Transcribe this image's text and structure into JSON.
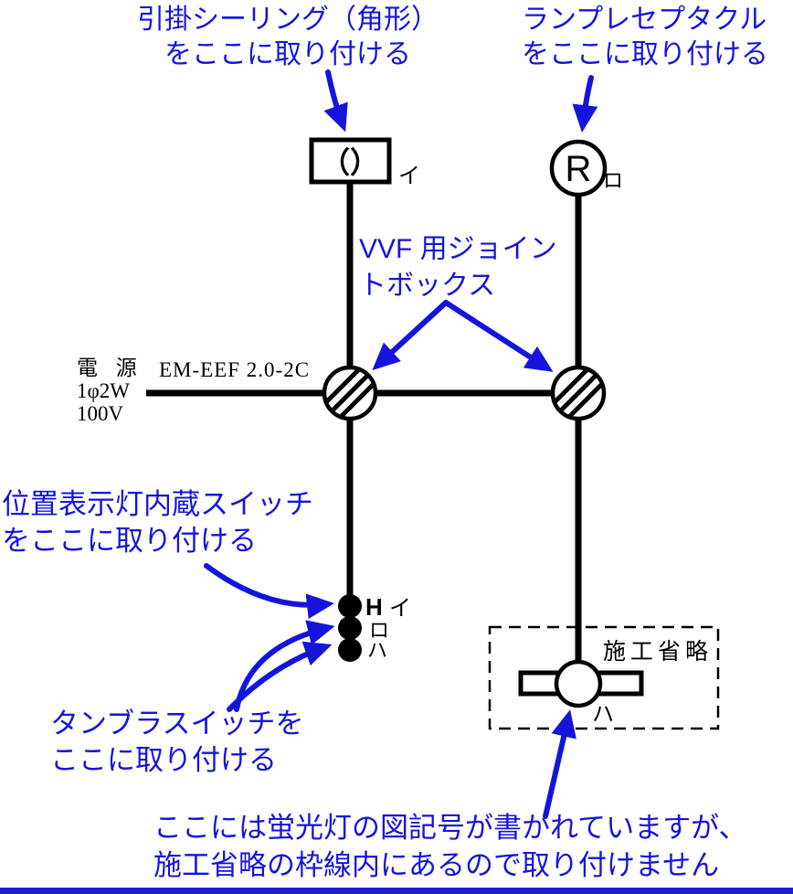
{
  "colors": {
    "annotation_blue": "#1414dd",
    "line_black": "#000000",
    "bottom_bar_blue": "#1f1fcf"
  },
  "notes": {
    "ceiling": {
      "line1": "引掛シーリング（角形）",
      "line2": "をここに取り付ける"
    },
    "receptacle": {
      "line1": "ランプレセプタクル",
      "line2": "をここに取り付ける"
    },
    "joint_box": {
      "line1": "VVF 用ジョイン",
      "line2": "トボックス"
    },
    "pilot_switch": {
      "line1": "位置表示灯内蔵スイッチ",
      "line2": "をここに取り付ける"
    },
    "tumbler_switch": {
      "line1": "タンブラスイッチを",
      "line2": "ここに取り付ける"
    },
    "fluorescent": {
      "line1": "ここには蛍光灯の図記号が書かれていますが、",
      "line2": "施工省略の枠線内にあるので取り付けません"
    }
  },
  "source": {
    "line1": "電 源",
    "line2": "1φ2W",
    "line3": "100V"
  },
  "cable_label": "EM-EEF 2.0-2C",
  "symbols": {
    "ceiling_glyph": "（）",
    "ceiling_tag": "イ",
    "receptacle_letter": "R",
    "receptacle_tag": "ロ",
    "switch_h": "H",
    "switch_tag_1": "イ",
    "switch_tag_2": "ロ",
    "switch_tag_3": "ハ",
    "fluorescent_tag": "ハ",
    "omission_label": "施工省略"
  }
}
